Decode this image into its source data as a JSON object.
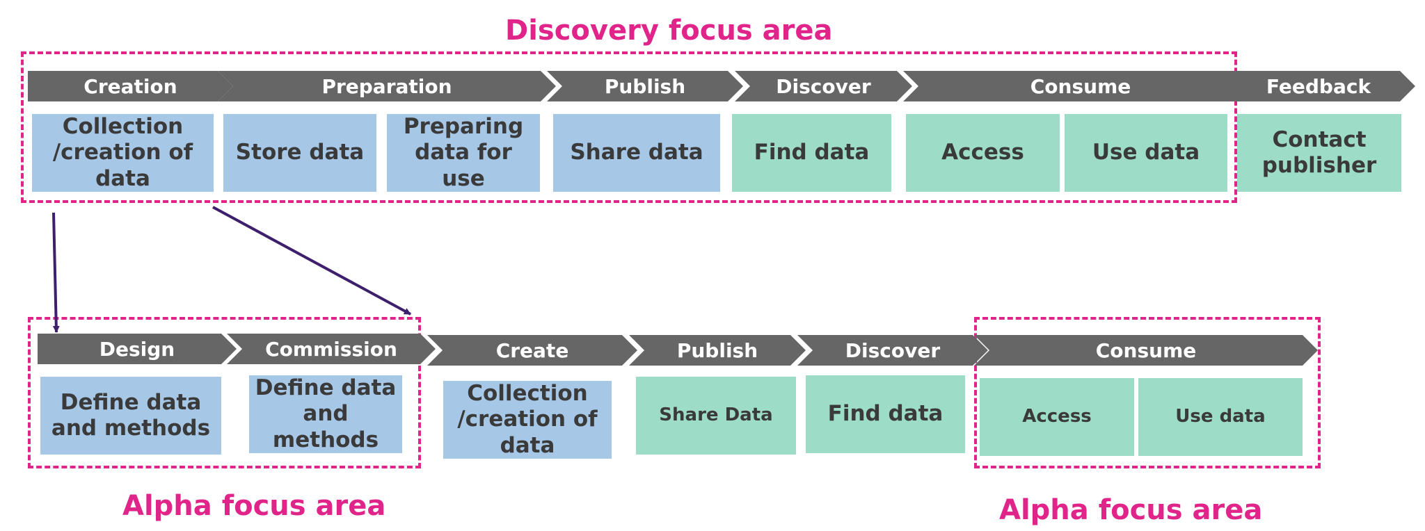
{
  "colors": {
    "accent": "#e0248a",
    "stage_fill": "#666666",
    "blue_box": "#a7c7e7",
    "green_box": "#9ddcc6",
    "arrow": "#3d1f6b"
  },
  "discovery": {
    "title": "Discovery focus area",
    "stages": [
      "Creation",
      "Preparation",
      "Publish",
      "Discover",
      "Consume",
      "Feedback"
    ],
    "boxes": [
      "Collection /creation of data",
      "Store data",
      "Preparing data for use",
      "Share data",
      "Find data",
      "Access",
      "Use data",
      "Contact publisher"
    ]
  },
  "alpha": {
    "title_left": "Alpha focus area",
    "title_right": "Alpha focus area",
    "stages": [
      "Design",
      "Commission",
      "Create",
      "Publish",
      "Discover",
      "Consume"
    ],
    "boxes": [
      "Define data and methods",
      "Define data and methods",
      "Collection /creation of data",
      "Share Data",
      "Find data",
      "Access",
      "Use data"
    ]
  }
}
